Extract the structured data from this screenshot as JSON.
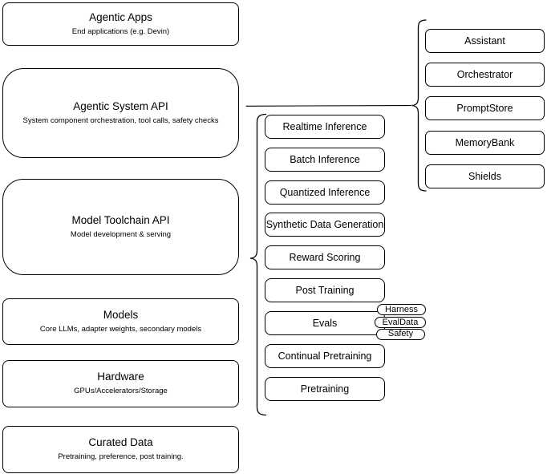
{
  "colors": {
    "stroke": "#000000",
    "fill": "#ffffff",
    "background": "#ffffff"
  },
  "layers": [
    {
      "id": "agentic-apps",
      "title": "Agentic Apps",
      "subtitle": "End applications (e.g. Devin)"
    },
    {
      "id": "agentic-system-api",
      "title": "Agentic System API",
      "subtitle": "System component orchestration, tool calls, safety checks"
    },
    {
      "id": "model-toolchain-api",
      "title": "Model Toolchain API",
      "subtitle": "Model development & serving"
    },
    {
      "id": "models",
      "title": "Models",
      "subtitle": "Core LLMs, adapter weights, secondary models"
    },
    {
      "id": "hardware",
      "title": "Hardware",
      "subtitle": "GPUs/Accelerators/Storage"
    },
    {
      "id": "curated-data",
      "title": "Curated Data",
      "subtitle": "Pretraining, preference, post training."
    }
  ],
  "toolchain_services": [
    "Realtime Inference",
    "Batch Inference",
    "Quantized Inference",
    "Synthetic Data Generation",
    "Reward Scoring",
    "Post Training",
    "Evals",
    "Continual Pretraining",
    "Pretraining"
  ],
  "system_components": [
    "Assistant",
    "Orchestrator",
    "PromptStore",
    "MemoryBank",
    "Shields"
  ],
  "eval_components": [
    "Harness",
    "EvalData",
    "Safety"
  ]
}
